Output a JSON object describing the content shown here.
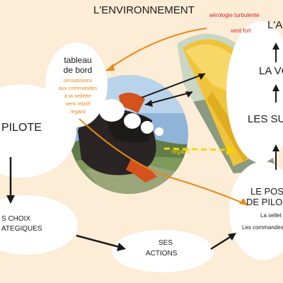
{
  "environment_title": "L'ENVIRONNEMENT",
  "top_notes": [
    "aérologie turbulente",
    "vent fort"
  ],
  "right_top_label": "L'AI",
  "voile_label": "LA VO",
  "suspentes_label": "LES SUS",
  "dashboard": {
    "title_line1": "tableau",
    "title_line2": "de bord",
    "items": [
      "sensassions",
      "aux commandes",
      "à la sellette",
      "vent relatif",
      "regard"
    ]
  },
  "regard_label": "regard",
  "pilote_label": "PILOTE",
  "choix_line1": "S CHOIX",
  "choix_line2": "ATEGIQUES",
  "actions_line1": "SES",
  "actions_line2": "ACTIONS",
  "position_line1": "LE POS",
  "position_line2": "DE PILO",
  "sellette_label": "La sellet",
  "commandes_label": "Les commandes",
  "colors": {
    "background": "#fdecd6",
    "orange": "#e88a1a",
    "red": "#d6261e",
    "yellow_arrow": "#f5d400",
    "wing": "#f0c43a"
  }
}
